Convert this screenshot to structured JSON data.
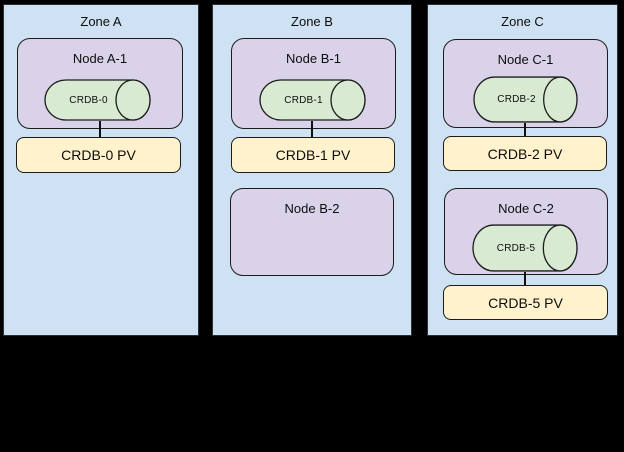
{
  "colors": {
    "canvas_bg": "#000000",
    "zone_fill": "#cfe2f3",
    "zone_border": "#263238",
    "node_fill": "#d9d2e9",
    "db_fill": "#d9ead3",
    "pv_fill": "#fff2cc",
    "shape_border": "#1c1c1c",
    "line_color": "#111111"
  },
  "zones": [
    {
      "label": "Zone A",
      "nodes": [
        {
          "label": "Node A-1",
          "db": "CRDB-0",
          "pv": "CRDB-0 PV"
        }
      ]
    },
    {
      "label": "Zone B",
      "nodes": [
        {
          "label": "Node B-1",
          "db": "CRDB-1",
          "pv": "CRDB-1 PV"
        },
        {
          "label": "Node B-2"
        }
      ]
    },
    {
      "label": "Zone C",
      "nodes": [
        {
          "label": "Node C-1",
          "db": "CRDB-2",
          "pv": "CRDB-2 PV"
        },
        {
          "label": "Node C-2",
          "db": "CRDB-5",
          "pv": "CRDB-5 PV"
        }
      ]
    }
  ]
}
